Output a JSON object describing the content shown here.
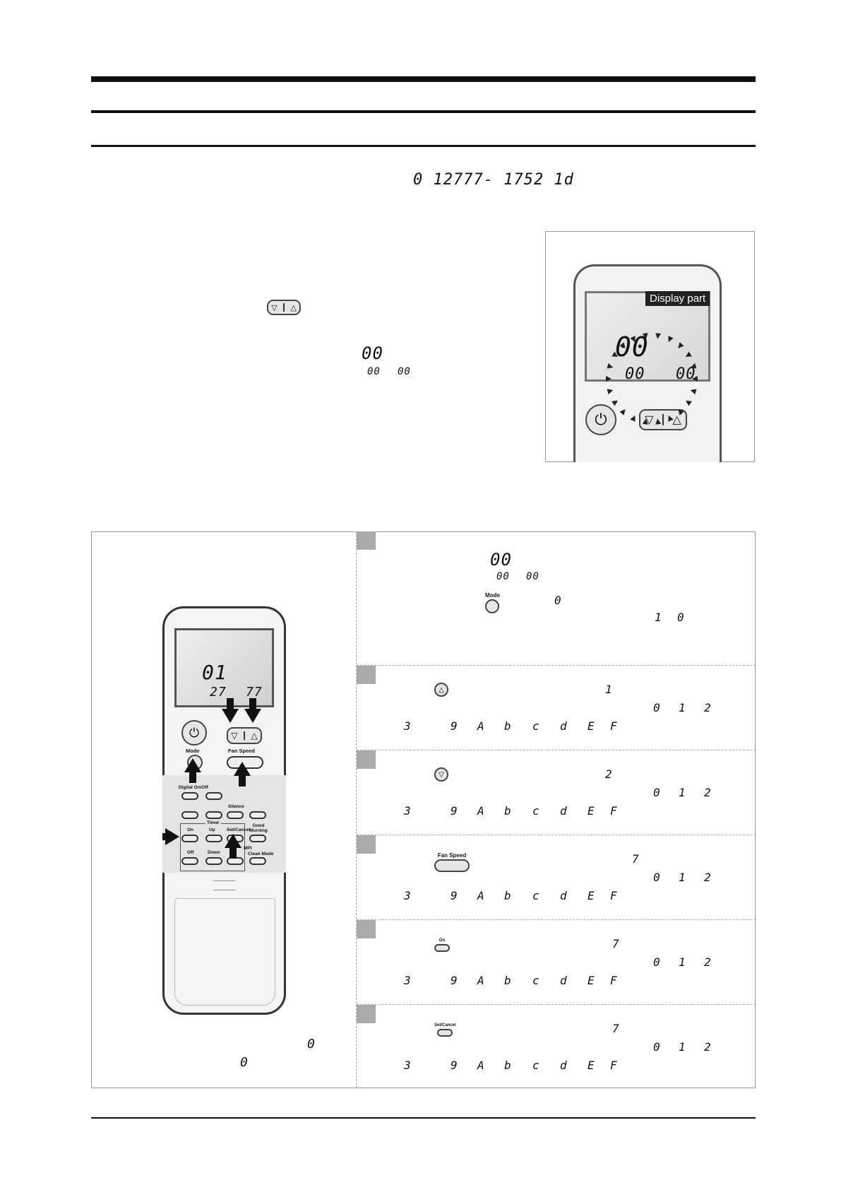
{
  "top_code": "0 12777- 1752 1d",
  "display_inline": {
    "big": "00",
    "small_left": "00",
    "small_right": "00"
  },
  "display_part_figure": {
    "label": "Display part",
    "big": "00",
    "small_left": "00",
    "small_right": "00"
  },
  "remote": {
    "lcd_big": "01",
    "lcd_small_left": "27",
    "lcd_small_right": "77",
    "labels": {
      "mode": "Mode",
      "fan_speed": "Fan Speed",
      "digital_onoff": "Digital On/Off",
      "silence": "Silence",
      "timer": "Timer",
      "on": "On",
      "up": "Up",
      "set_cancel": "Set/Cancel",
      "good_morning": "Good Morning",
      "off": "Off",
      "down": "Down",
      "mps": "MPI",
      "clean_mode": "Clean Mode"
    }
  },
  "left_note": {
    "line1_code": "0",
    "line2_code": "0"
  },
  "steps": [
    {
      "display_big": "00",
      "display_small_left": "00",
      "display_small_right": "00",
      "button_label": "Mode",
      "value": "0",
      "range_from": "1",
      "range_to": "0"
    },
    {
      "button": "up",
      "value": "1",
      "row1": [
        "0",
        "1",
        "2"
      ],
      "row2": [
        "3",
        "9",
        "A",
        "b",
        "c",
        "d",
        "E",
        "F"
      ]
    },
    {
      "button": "down",
      "value": "2",
      "row1": [
        "0",
        "1",
        "2"
      ],
      "row2": [
        "3",
        "9",
        "A",
        "b",
        "c",
        "d",
        "E",
        "F"
      ]
    },
    {
      "button_label": "Fan Speed",
      "value": "7",
      "row1": [
        "0",
        "1",
        "2"
      ],
      "row2": [
        "3",
        "9",
        "A",
        "b",
        "c",
        "d",
        "E",
        "F"
      ]
    },
    {
      "button_label": "On",
      "value": "7",
      "row1": [
        "0",
        "1",
        "2"
      ],
      "row2": [
        "3",
        "9",
        "A",
        "b",
        "c",
        "d",
        "E",
        "F"
      ]
    },
    {
      "button_label": "Set/Cancel",
      "value": "7",
      "row1": [
        "0",
        "1",
        "2"
      ],
      "row2": [
        "3",
        "9",
        "A",
        "b",
        "c",
        "d",
        "E",
        "F"
      ]
    }
  ]
}
